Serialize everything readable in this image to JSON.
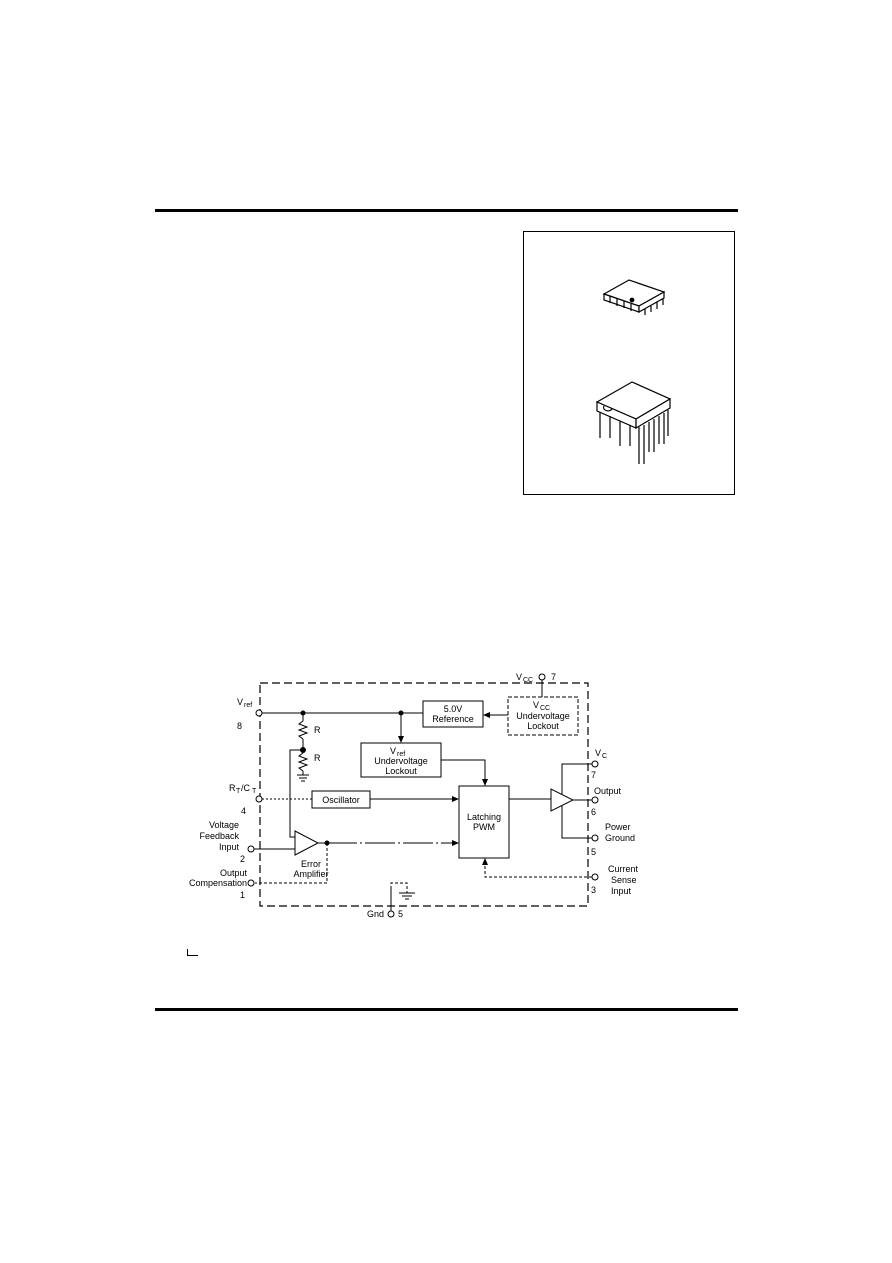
{
  "diagram": {
    "blocks": {
      "reference": [
        "5.0V",
        "Reference"
      ],
      "vcc_uvlo": [
        "V",
        "CC",
        "Undervoltage",
        "Lockout"
      ],
      "vref_uvlo": [
        "V",
        "ref",
        "Undervoltage",
        "Lockout"
      ],
      "oscillator": "Oscillator",
      "pwm": [
        "Latching",
        "PWM"
      ],
      "error_amp": [
        "Error",
        "Amplifier"
      ],
      "resistor": "R"
    },
    "pins": {
      "vcc": {
        "name": "V",
        "sub": "CC",
        "num": "7"
      },
      "vref": {
        "name": "V",
        "sub": "ref",
        "num": "8"
      },
      "rtct": {
        "name": "R",
        "sub1": "T",
        "mid": "/C",
        "sub2": "T",
        "num": "4"
      },
      "vfb": {
        "lines": [
          "Voltage",
          "Feedback",
          "Input"
        ],
        "num": "2"
      },
      "comp": {
        "lines": [
          "Output",
          "Compensation"
        ],
        "num": "1"
      },
      "gnd": {
        "name": "Gnd",
        "num": "5"
      },
      "vc": {
        "name": "V",
        "sub": "C",
        "num": "7"
      },
      "output": {
        "name": "Output",
        "num": "6"
      },
      "pgnd": {
        "lines": [
          "Power",
          "Ground"
        ],
        "num": "5"
      },
      "isense": {
        "lines": [
          "Current",
          "Sense",
          "Input"
        ],
        "num": "3"
      }
    }
  }
}
